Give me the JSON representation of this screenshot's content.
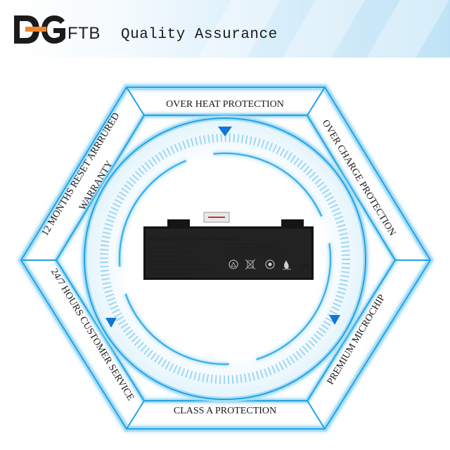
{
  "brand": {
    "logo_text": "FTB",
    "tagline": "Quality Assurance"
  },
  "features": {
    "top": "OVER HEAT PROTECTION",
    "top_right": "OVER CHARGE PROTECTION",
    "bottom_right": "PREMIUM MICROCHIP",
    "bottom": "CLASS A PROTECTION",
    "bottom_left": "24/7 HOURS CUSTOMER SERVICE",
    "top_left_line1": "12 MONTHS RESET ARRRURED",
    "top_left_line2": "WARRANTY"
  },
  "battery": {
    "title": "Rechargeable Li-polymer Battery",
    "spec_lines": [
      "Model Name:SS76275P",
      "NOM 11.4V 4500mAh 51.3Wh",
      "Max Voltage:13.05V",
      "Carried Standard:GB/T 18287-2013",
      "Store between 0°C-60°C 32°F-140°F",
      "Please refer user manual or follow local ordinance",
      "and/or regulations for disposal."
    ],
    "caution_title": "CAUTION:",
    "caution_lines": [
      "(1) Do not disassemble or expose to fire.",
      "(2) Do not dispose of in fire, crush with the battery not in use.",
      "(3) Do not expose the battery to an ambient temperature above 60°C.",
      "(4) Use the specified charger only."
    ],
    "ce_mark": "CE",
    "colors": {
      "body": "#151515",
      "label": "#2a2a2a"
    }
  },
  "colors": {
    "accent": "#1fa3e4",
    "glow": "#a9ddf6",
    "arrow": "#1276d6"
  }
}
